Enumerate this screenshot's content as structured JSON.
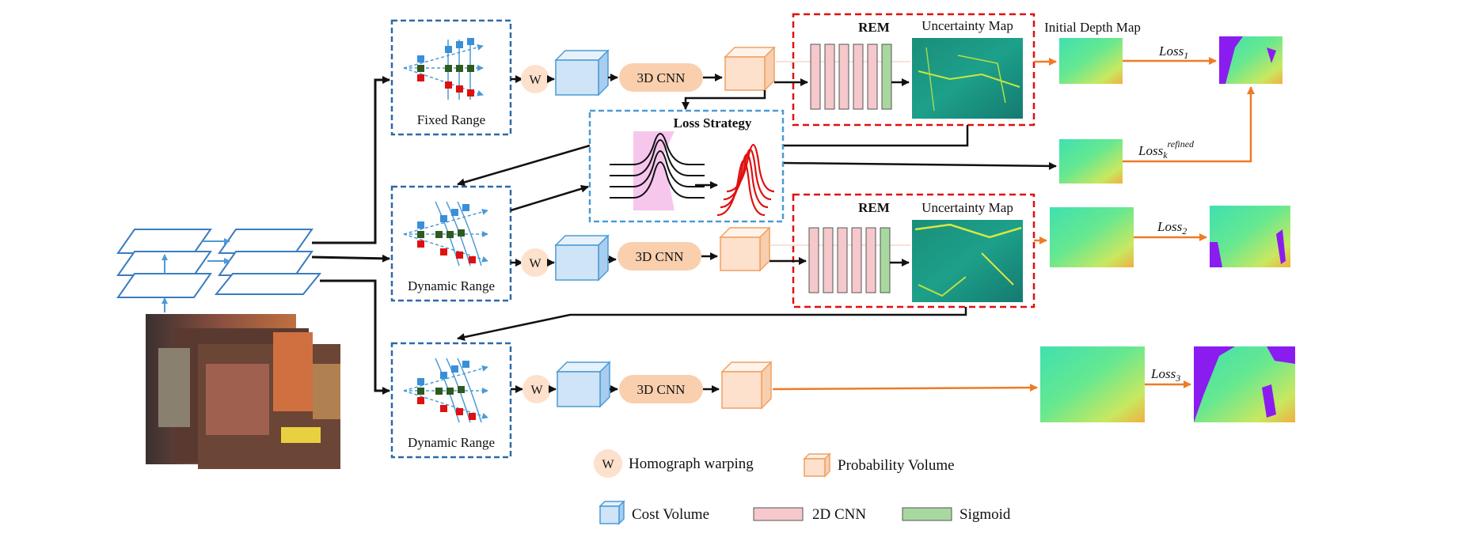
{
  "colors": {
    "blue_dash": "#2e6aa5",
    "red_dash": "#e01010",
    "light_blue_dash": "#4a9bd6",
    "orange": "#f07a24",
    "cnn_fill": "#f9cfae",
    "cube_blue": "#cfe4f6",
    "cube_orange": "#fde1cc",
    "cnn2d": "#f5c8cc",
    "sigmoid": "#a8d8a0",
    "uncert": "#1a9e8e",
    "depth_a": "#5fe2a0",
    "depth_b": "#e8e040",
    "gt_purple": "#8a1cf0"
  },
  "range_modules": [
    {
      "label": "Fixed Range"
    },
    {
      "label": "Dynamic Range"
    },
    {
      "label": "Dynamic Range"
    }
  ],
  "warp_symbol": "W",
  "cnn3d_label": "3D CNN",
  "rem": [
    {
      "title": "REM",
      "map_title": "Uncertainty Map"
    },
    {
      "title": "REM",
      "map_title": "Uncertainty Map"
    }
  ],
  "loss_strategy_title": "Loss Strategy",
  "initial_depth_title": "Initial Depth Map",
  "losses": {
    "loss1": {
      "main": "Loss",
      "sub": "1",
      "sup": ""
    },
    "loss_refined": {
      "main": "Loss",
      "sub": "k",
      "sup": "refined"
    },
    "loss2": {
      "main": "Loss",
      "sub": "2",
      "sup": ""
    },
    "loss3": {
      "main": "Loss",
      "sub": "3",
      "sup": ""
    }
  },
  "legend": [
    {
      "icon": "warp-circle-icon",
      "label": "Homograph warping"
    },
    {
      "icon": "probability-volume-icon",
      "label": "Probability Volume"
    },
    {
      "icon": "cost-volume-icon",
      "label": "Cost Volume"
    },
    {
      "icon": "cnn2d-rect-icon",
      "label": "2D CNN"
    },
    {
      "icon": "sigmoid-rect-icon",
      "label": "Sigmoid"
    }
  ]
}
